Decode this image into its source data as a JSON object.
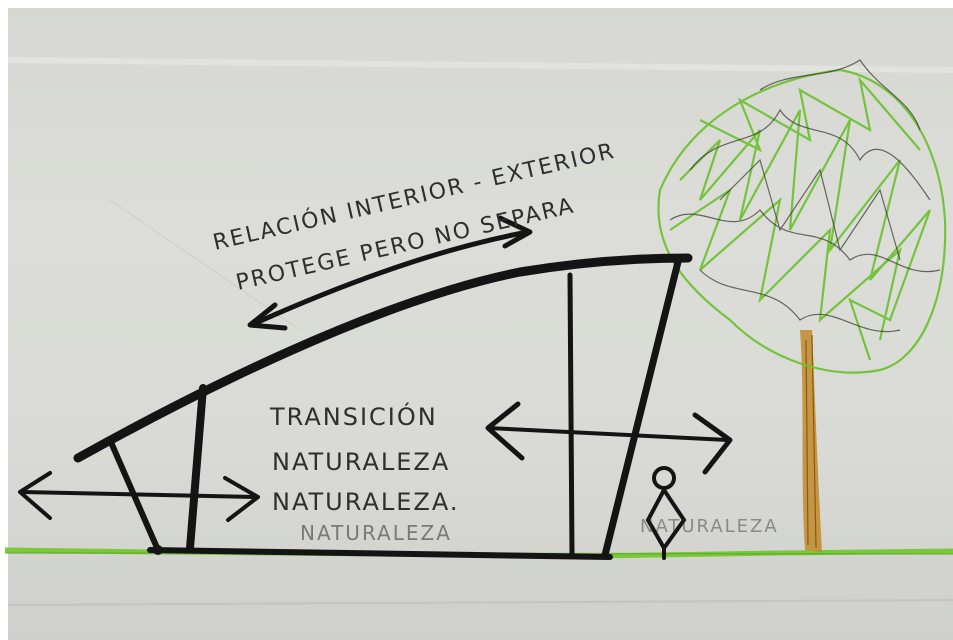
{
  "annotations": {
    "relation_line1": "RELACIÓN INTERIOR - EXTERIOR",
    "relation_line2": "PROTEGE PERO NO SEPARA",
    "transition_line1": "TRANSICIÓN",
    "transition_line2": "NATURALEZA",
    "transition_line3": "NATURALEZA.",
    "ghost_text": "NATURALEZA"
  },
  "colors": {
    "paper": "#d8d9d4",
    "ink": "#141414",
    "grass": "#7bc83a",
    "foliage": "#6fc234",
    "trunk": "#b07a1c"
  },
  "icons": [
    "tree-icon",
    "person-icon",
    "double-arrow-icon"
  ]
}
